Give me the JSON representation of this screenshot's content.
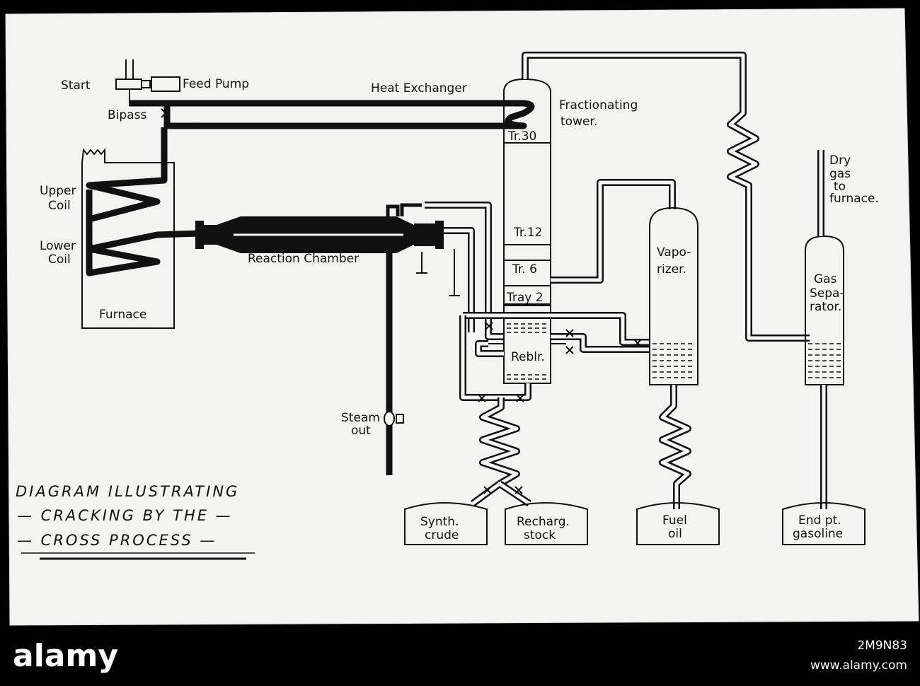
{
  "diagram": {
    "title_lines": [
      "DIAGRAM  ILLUSTRATING",
      "— CRACKING  BY  THE —",
      "— CROSS   PROCESS —"
    ],
    "labels": {
      "start": "Start",
      "feed_pump": "Feed Pump",
      "bipass": "Bipass",
      "heat_exchanger": "Heat Exchanger",
      "fractionating_1": "Fractionating",
      "fractionating_2": "tower.",
      "upper_coil_1": "Upper",
      "upper_coil_2": "Coil",
      "lower_coil_1": "Lower",
      "lower_coil_2": "Coil",
      "furnace": "Furnace",
      "reaction_chamber": "Reaction Chamber",
      "tr30": "Tr.30",
      "tr12": "Tr.12",
      "tr6": "Tr. 6",
      "tray2": "Tray 2",
      "reblr": "Reblr.",
      "vaporizer_1": "Vapo-",
      "vaporizer_2": "rizer.",
      "gas_sep_1": "Gas",
      "gas_sep_2": "Sepa-",
      "gas_sep_3": "rator.",
      "dry_gas_1": "Dry",
      "dry_gas_2": "gas",
      "dry_gas_3": "to",
      "dry_gas_4": "furnace.",
      "steam_1": "Steam",
      "steam_2": "out",
      "synth_1": "Synth.",
      "synth_2": "crude",
      "recharg_1": "Recharg.",
      "recharg_2": "stock",
      "fuel_1": "Fuel",
      "fuel_2": "oil",
      "endpt_1": "End pt.",
      "endpt_2": "gasoline"
    }
  },
  "watermark": {
    "brand": "alamy",
    "image_id": "2M9N83",
    "site": "www.alamy.com"
  }
}
